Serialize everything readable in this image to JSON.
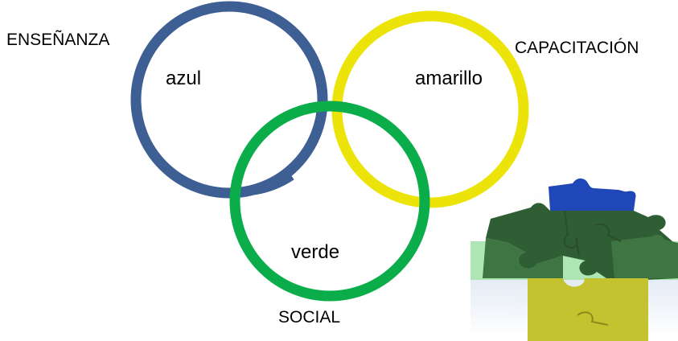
{
  "labels": {
    "ensenanza": "ENSEÑANZA",
    "capacitacion": "CAPACITACIÓN",
    "social": "SOCIAL"
  },
  "circles": {
    "blue": {
      "label": "azul",
      "color": "#3d5f94"
    },
    "yellow": {
      "label": "amarillo",
      "color": "#ece409"
    },
    "green": {
      "label": "verde",
      "color": "#0aad4a"
    }
  },
  "puzzle_image": {
    "icon": "puzzle-pieces-image",
    "colors": {
      "dark_green": "#2f5e34",
      "mid_green": "#3f7543",
      "light_green": "#8edc96",
      "blue": "#1f47b8",
      "yellow": "#c4c22e"
    }
  }
}
